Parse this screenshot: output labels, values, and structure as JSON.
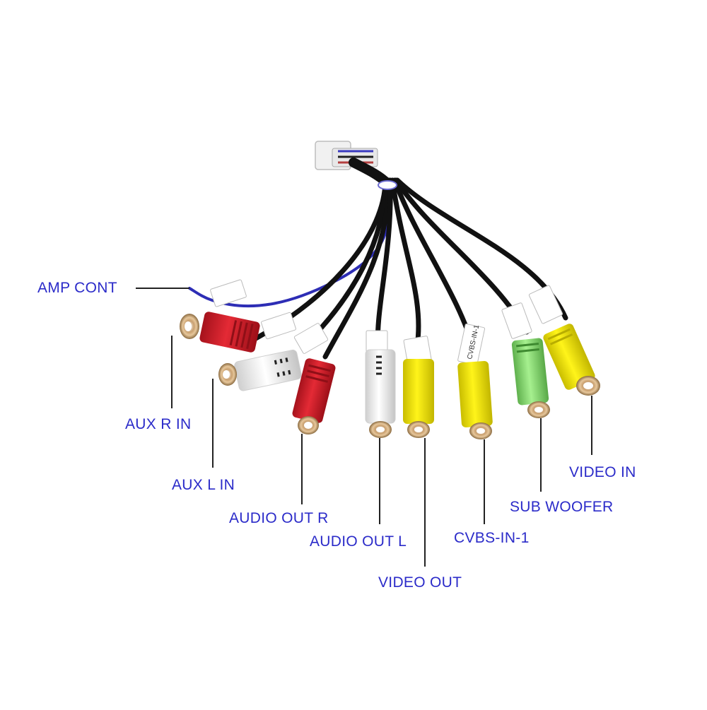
{
  "labels": {
    "amp_cont": "AMP CONT",
    "aux_r_in": "AUX R IN",
    "aux_l_in": "AUX L IN",
    "audio_out_r": "AUDIO OUT R",
    "audio_out_l": "AUDIO OUT L",
    "video_out": "VIDEO OUT",
    "cvbs_in_1": "CVBS-IN-1",
    "sub_woofer": "SUB WOOFER",
    "video_in": "VIDEO IN"
  },
  "tags": {
    "cvbs_tag": "CVBS-IN-1"
  },
  "colors": {
    "label_text": "#2b2bc9",
    "cable": "#111111",
    "plug_red": "#d8202c",
    "plug_white": "#f2f2f2",
    "plug_yellow": "#f3e600",
    "plug_green": "#8fe07a",
    "wire_blue": "#2d2db5"
  }
}
